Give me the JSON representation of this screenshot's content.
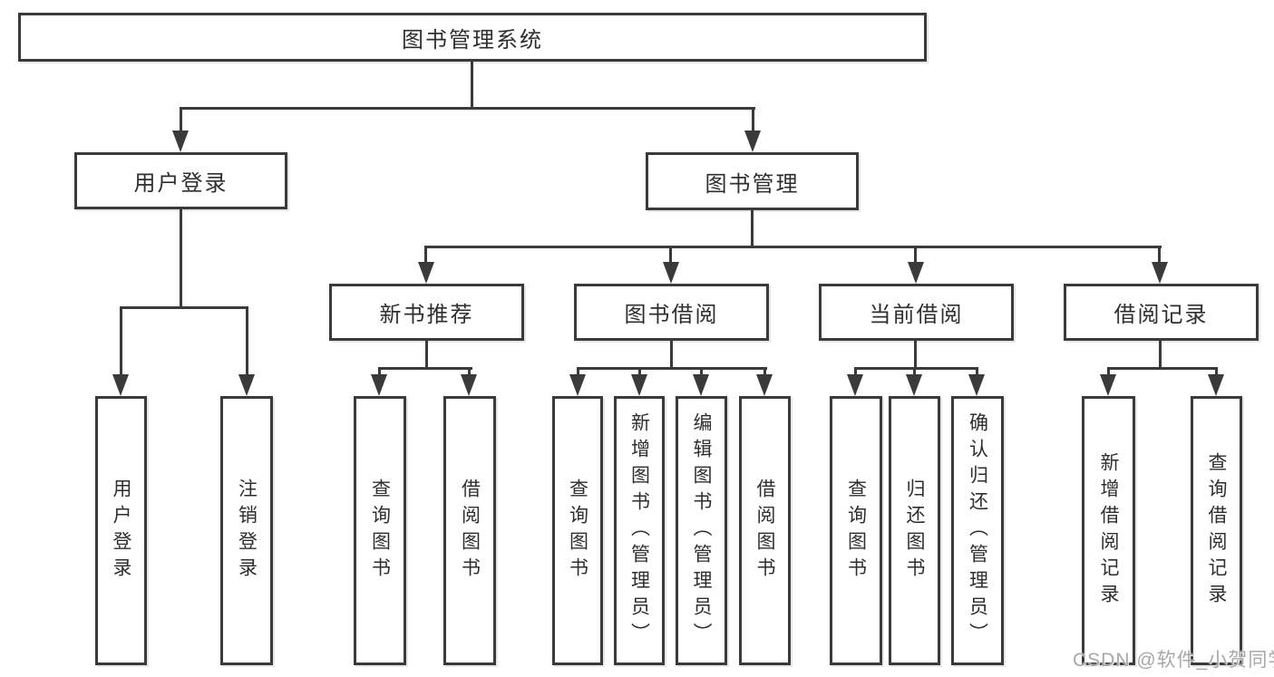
{
  "diagram": {
    "root": {
      "label": "图书管理系统"
    },
    "user_login": {
      "label": "用户登录",
      "children": [
        {
          "label": "用户登录"
        },
        {
          "label": "注销登录"
        }
      ]
    },
    "book_mgmt": {
      "label": "图书管理",
      "sections": [
        {
          "label": "新书推荐",
          "children": [
            {
              "label": "查询图书"
            },
            {
              "label": "借阅图书"
            }
          ]
        },
        {
          "label": "图书借阅",
          "children": [
            {
              "label": "查询图书"
            },
            {
              "label": "新增图书（管理员）"
            },
            {
              "label": "编辑图书（管理员）"
            },
            {
              "label": "借阅图书"
            }
          ]
        },
        {
          "label": "当前借阅",
          "children": [
            {
              "label": "查询图书"
            },
            {
              "label": "归还图书"
            },
            {
              "label": "确认归还（管理员）"
            }
          ]
        },
        {
          "label": "借阅记录",
          "children": [
            {
              "label": "新增借阅记录"
            },
            {
              "label": "查询借阅记录"
            }
          ]
        }
      ]
    },
    "colors": {
      "line": "#3a3a3a",
      "text": "#2e2e2e",
      "background": "#ffffff"
    }
  },
  "watermark": {
    "text": "CSDN @软件_小贺同学"
  }
}
